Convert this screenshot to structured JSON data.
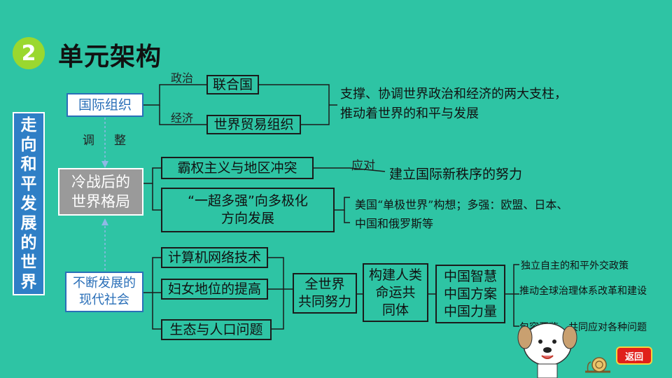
{
  "header": {
    "badge": "2",
    "title": "单元架构"
  },
  "side_title": [
    "走",
    "向",
    "和",
    "平",
    "发",
    "展",
    "的",
    "世",
    "界"
  ],
  "nodes": {
    "intl_org": "国际组织",
    "politics_label": "政治",
    "un": "联合国",
    "economy_label": "经济",
    "wto": "世界贸易组织",
    "intl_org_role_line1": "支撑、协调世界政治和经济的两大支柱，",
    "intl_org_role_line2": "推动着世界的和平与发展",
    "adjust_label_1": "调",
    "adjust_label_2": "整",
    "cold_war_line1": "冷战后的",
    "cold_war_line2": "世界格局",
    "hegemony": "霸权主义与地区冲突",
    "respond_label": "应对",
    "new_order": "建立国际新秩序的努力",
    "multipolar_line1": "“一超多强”向多极化",
    "multipolar_line2": "方向发展",
    "multipolar_note_line1": "美国“单极世界”构想；多强：欧盟、日本、",
    "multipolar_note_line2": "中国和俄罗斯等",
    "society_line1": "不断发展的",
    "society_line2": "现代社会",
    "computer_network": "计算机网络技术",
    "women_status": "妇女地位的提高",
    "ecology_population": "生态与人口问题",
    "world_effort_line1": "全世界",
    "world_effort_line2": "共同努力",
    "community_line1": "构建人类",
    "community_line2": "命运共",
    "community_line3": "同体",
    "china_wisdom": "中国智慧",
    "china_plan": "中国方案",
    "china_power": "中国力量",
    "policy_1": "独立自主的和平外交政策",
    "policy_2": "推动全球治理体系改革和建设",
    "policy_3": "包容互鉴，共同应对各种问题"
  },
  "back_button": "返回",
  "colors": {
    "background": "#2ec4a4",
    "badge": "#9ad82f",
    "side_title_bg": "#2f7fc6",
    "box_text_blue": "#2a6fb8",
    "gray_box": "#9a9a9a",
    "back_button": "#e0201b"
  },
  "icons": [
    "dog-mascot-icon",
    "snail-icon"
  ]
}
